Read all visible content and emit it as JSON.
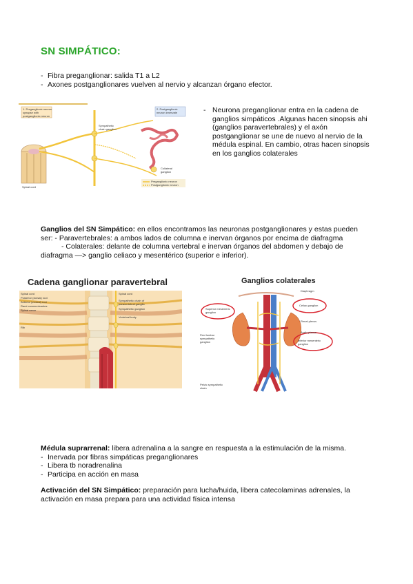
{
  "title": "SN SIMPÁTICO:",
  "intro_bullets": [
    "Fibra preganglionar: salida T1 a L2",
    "Axones postganglionares vuelven al nervio y alcanzan órgano efector."
  ],
  "side_note": {
    "dash": "-",
    "text": "Neurona preganglionar entra en la cadena de ganglios simpáticos .Algunas hacen sinopsis ahi (ganglios paravertebrales) y el axón postganglionar se une de nuevo al nervio de la médula espinal. En cambio, otras hacen sinopsis en los ganglios colaterales"
  },
  "ganglios": {
    "heading": "Ganglios del SN Simpático:",
    "line1_rest": " en ellos encontramos las neuronas postganglionares y estas pueden",
    "line2": "ser: - Paravertebrales: a ambos lados de columna e inervan órganos por encima de diafragma",
    "line3": "- Colaterales: delante de columna vertebral e inervan órganos del abdomen y debajo de",
    "line4": "diafragma —> ganglio celiaco y mesentérico (superior e inferior)."
  },
  "figure_top": {
    "labels": {
      "pre": "1. Preganglionic neuron synapse with postganglionic neuron",
      "post": "2. Postganglionic neuron innervate target organ",
      "spinal_cord": "Spinal cord",
      "chain": "Sympathetic chain ganglion",
      "collateral": "Collateral ganglion",
      "legend_pre": "Preganglionic neuron",
      "legend_post": "Postganglionic neuron"
    }
  },
  "figure_left": {
    "title": "Cadena ganglionar paravertebral",
    "labels": [
      "Spinal cord",
      "Posterior (dorsal) root",
      "Anterior (ventral) root",
      "Rami communicantes",
      "Spinal nerve",
      "Rib",
      "Sympathetic chain of paravertebral ganglia",
      "Sympathetic ganglion",
      "Vertebral body"
    ]
  },
  "figure_right": {
    "title": "Ganglios colaterales",
    "labels_right": [
      "Diaphragm",
      "Celiac ganglion",
      "Renal plexus",
      "Aortic plexus",
      "Inferior mesenteric ganglion"
    ],
    "labels_left": [
      "Superior mesenteric ganglion",
      "First lumbar sympathetic ganglion",
      "Pelvic sympathetic chain"
    ]
  },
  "medula": {
    "heading": "Médula suprarrenal:",
    "text": " libera adrenalina a la sangre en respuesta a la estimulación de la misma.",
    "bullets": [
      "Inervada por fibras simpáticas preganglionares",
      "Libera tb noradrenalina",
      "Participa en acción en masa"
    ]
  },
  "activacion": {
    "heading": "Activación del SN Simpático:",
    "text": " preparación para lucha/huida, libera catecolaminas adrenales, la",
    "line2": "activación en masa prepara para una actividad física intensa"
  },
  "colors": {
    "title": "#2aa52a",
    "nerve": "#f2c43a",
    "circle": "#d8202a"
  }
}
